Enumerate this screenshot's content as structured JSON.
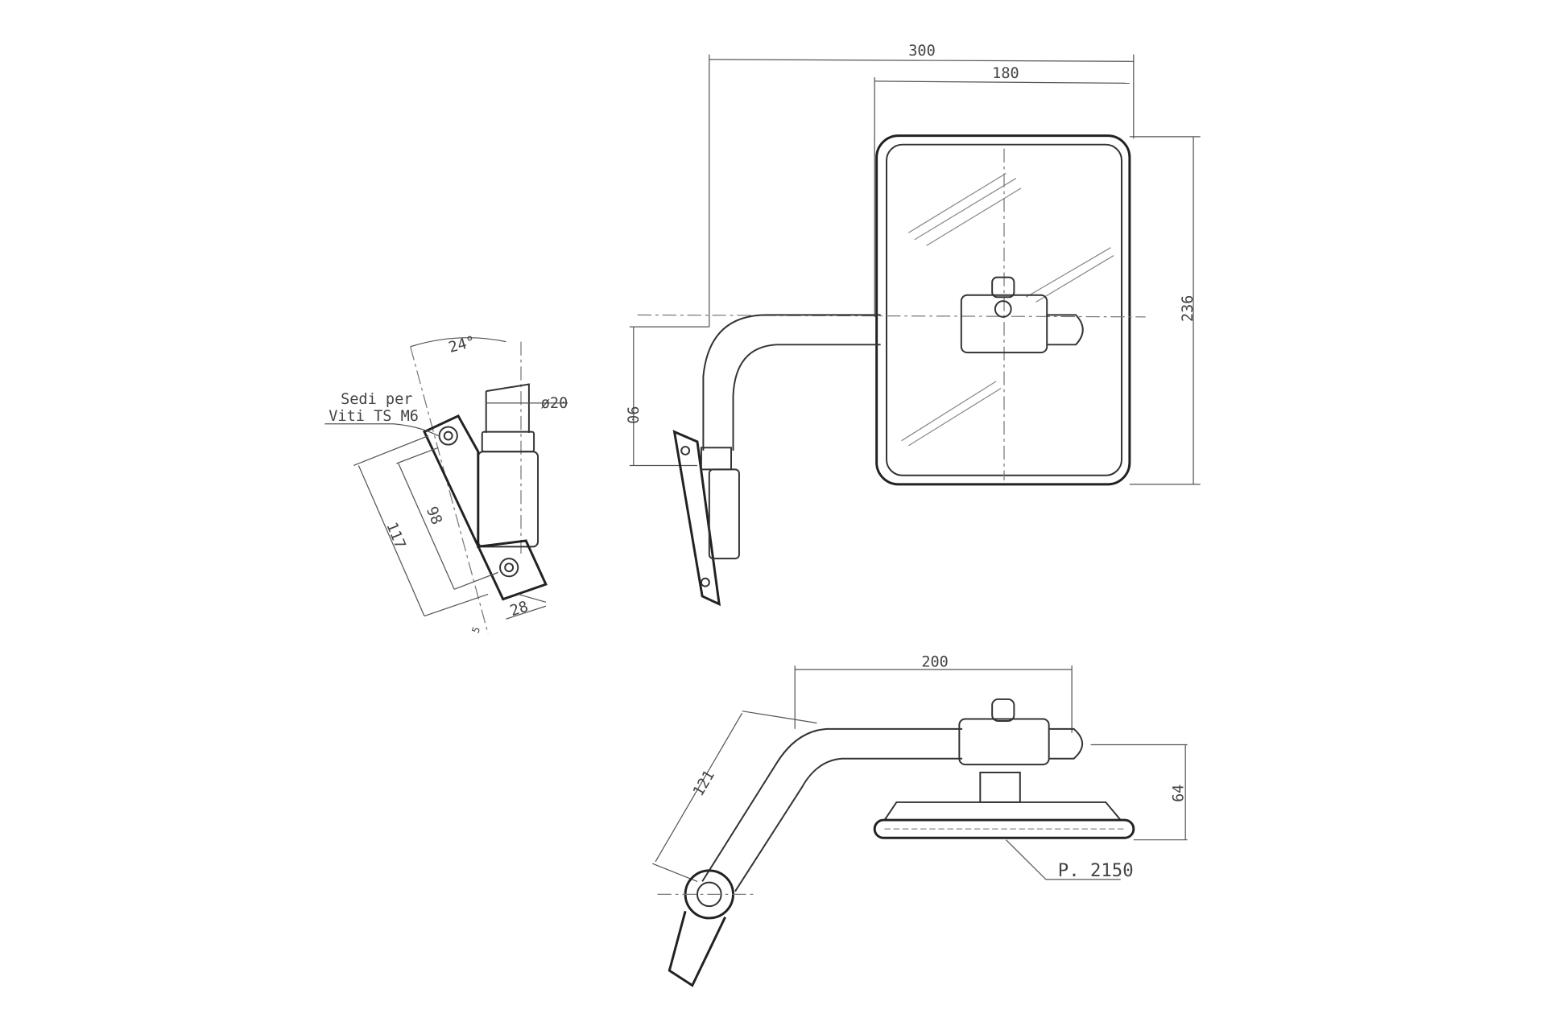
{
  "title": "Mirror assembly technical drawing",
  "front_view": {
    "dim_overall_width": "300",
    "dim_mirror_width": "180",
    "dim_mirror_height": "236",
    "dim_arm_drop": "90"
  },
  "bracket_detail": {
    "angle": "24°",
    "note_line1": "Sedi per",
    "note_line2": "Viti TS M6",
    "dim_tube_diameter": "ø20",
    "dim_length_outer": "117",
    "dim_length_inner": "98",
    "dim_width": "28",
    "dim_small": "5"
  },
  "top_view": {
    "dim_arm_length": "200",
    "dim_arm_segment": "121",
    "dim_depth": "64",
    "radius_note": "P. 2150"
  }
}
